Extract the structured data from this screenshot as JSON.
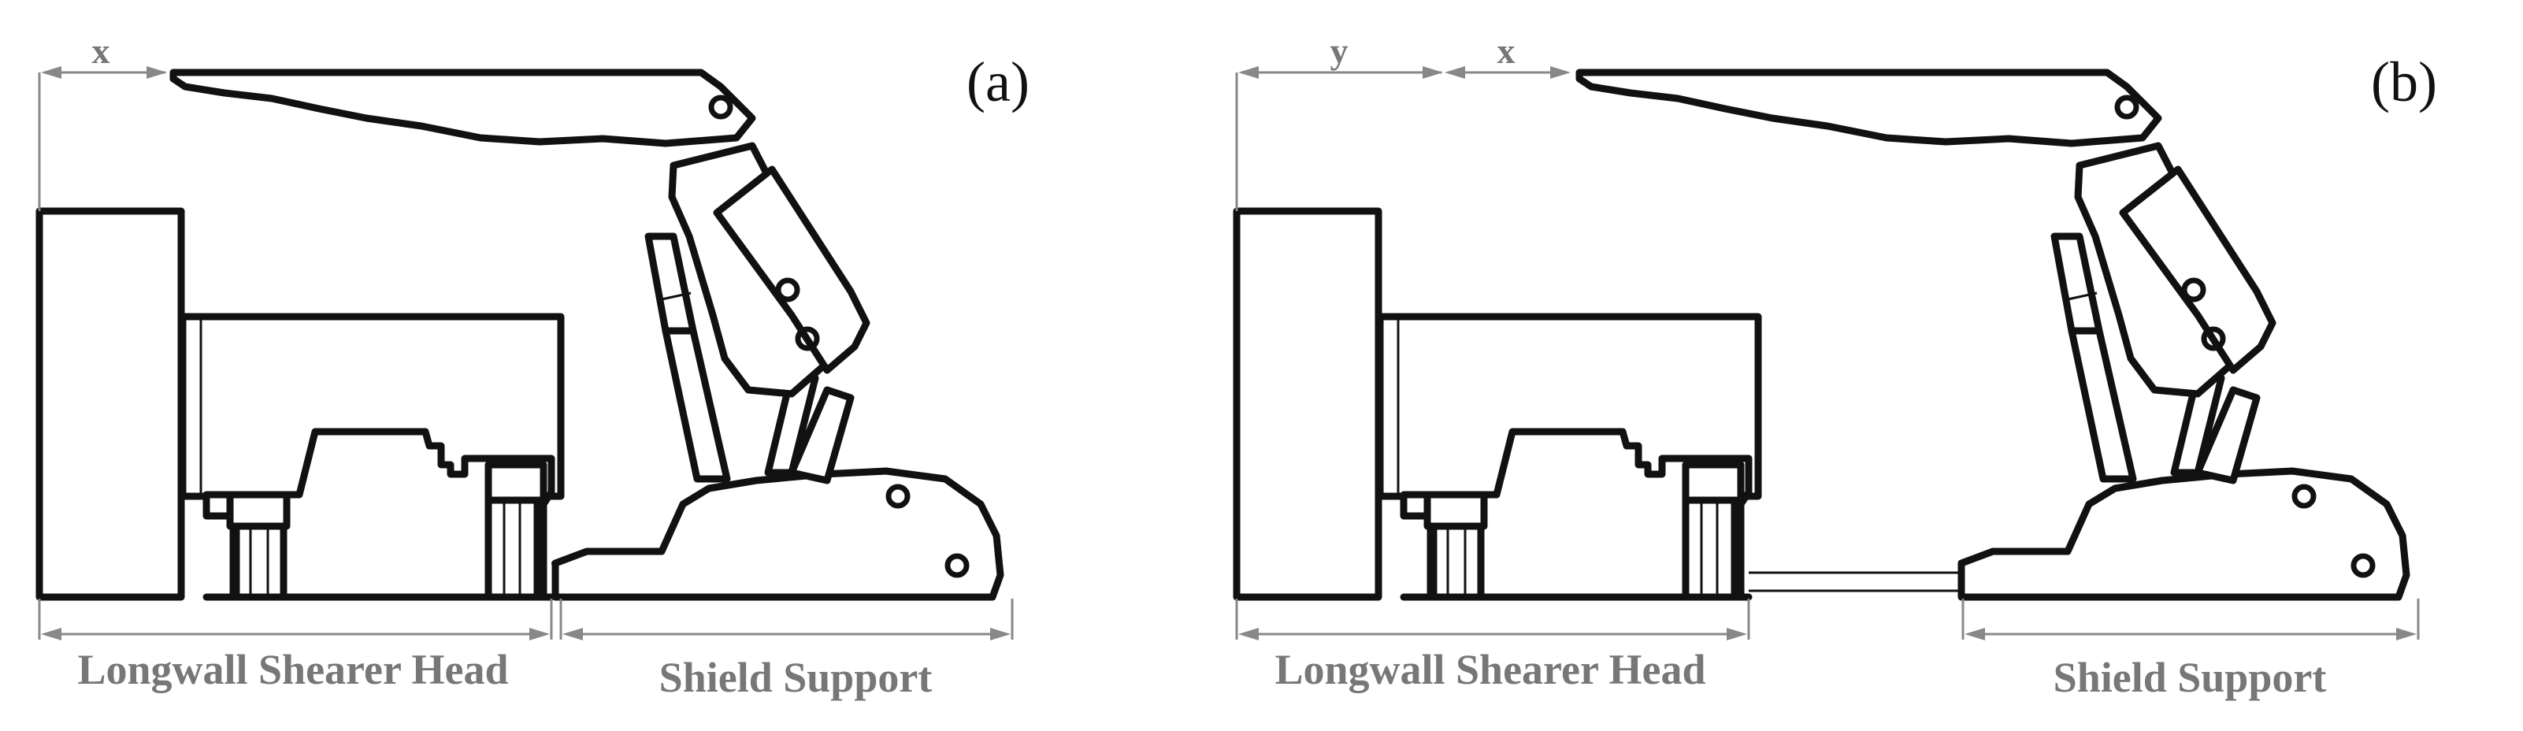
{
  "panels": [
    {
      "id": "a",
      "label": "(a)",
      "dimension_labels": [
        "x"
      ],
      "shearer_label": "Longwall Shearer Head",
      "shield_label": "Shield Support"
    },
    {
      "id": "b",
      "label": "(b)",
      "dimension_labels": [
        "y",
        "x"
      ],
      "shearer_label": "Longwall Shearer Head",
      "shield_label": "Shield Support"
    }
  ],
  "colors": {
    "outline": "#111111",
    "dimension": "#888888",
    "label": "#777777"
  }
}
